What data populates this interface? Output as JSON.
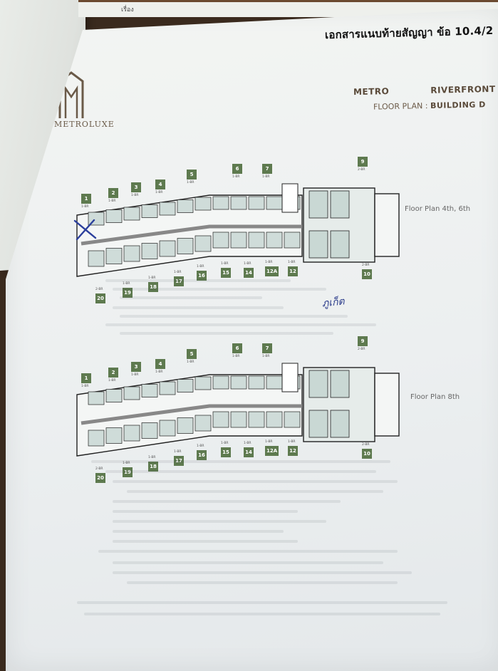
{
  "document": {
    "top_word": "เรื่อง",
    "header": "เอกสารแนบท้ายสัญญา ข้อ 10.4/2",
    "logo_text": "METROLUXE",
    "title_left": "METRO",
    "title_right": "RIVERFRONT",
    "subtitle_prefix": "FLOOR PLAN :",
    "subtitle_building": "BUILDING D",
    "signature": "ภูเก็ต",
    "colors": {
      "badge": "#5e7a4f",
      "unit_fill": "#cfdcd9",
      "wall": "#222222",
      "ink": "#2a3b8a"
    }
  },
  "plans": [
    {
      "label": "Floor Plan 4th, 6th",
      "units": [
        {
          "no": "1",
          "type": "1-BR"
        },
        {
          "no": "2",
          "type": "1-BR"
        },
        {
          "no": "3",
          "type": "1-BR"
        },
        {
          "no": "4",
          "type": "1-BR"
        },
        {
          "no": "5",
          "type": "1-BR"
        },
        {
          "no": "6",
          "type": "1-BR"
        },
        {
          "no": "7",
          "type": "1-BR"
        },
        {
          "no": "9",
          "type": "2-BR"
        },
        {
          "no": "10",
          "type": "2-BR"
        },
        {
          "no": "12",
          "type": "1-BR"
        },
        {
          "no": "12A",
          "type": "1-BR"
        },
        {
          "no": "14",
          "type": "1-BR"
        },
        {
          "no": "15",
          "type": "1-BR"
        },
        {
          "no": "16",
          "type": "1-BR"
        },
        {
          "no": "17",
          "type": "1-BR"
        },
        {
          "no": "18",
          "type": "1-BR"
        },
        {
          "no": "19",
          "type": "1-BR"
        },
        {
          "no": "20",
          "type": "2-BR"
        }
      ]
    },
    {
      "label": "Floor Plan 8th",
      "units": [
        {
          "no": "1",
          "type": "1-BR"
        },
        {
          "no": "2",
          "type": "1-BR"
        },
        {
          "no": "3",
          "type": "1-BR"
        },
        {
          "no": "4",
          "type": "1-BR"
        },
        {
          "no": "5",
          "type": "1-BR"
        },
        {
          "no": "6",
          "type": "1-BR"
        },
        {
          "no": "7",
          "type": "1-BR"
        },
        {
          "no": "9",
          "type": "2-BR"
        },
        {
          "no": "10",
          "type": "2-BR"
        },
        {
          "no": "12",
          "type": "1-BR"
        },
        {
          "no": "12A",
          "type": "1-BR"
        },
        {
          "no": "14",
          "type": "1-BR"
        },
        {
          "no": "15",
          "type": "1-BR"
        },
        {
          "no": "16",
          "type": "1-BR"
        },
        {
          "no": "17",
          "type": "1-BR"
        },
        {
          "no": "18",
          "type": "1-BR"
        },
        {
          "no": "19",
          "type": "1-BR"
        },
        {
          "no": "20",
          "type": "2-BR"
        }
      ]
    }
  ]
}
